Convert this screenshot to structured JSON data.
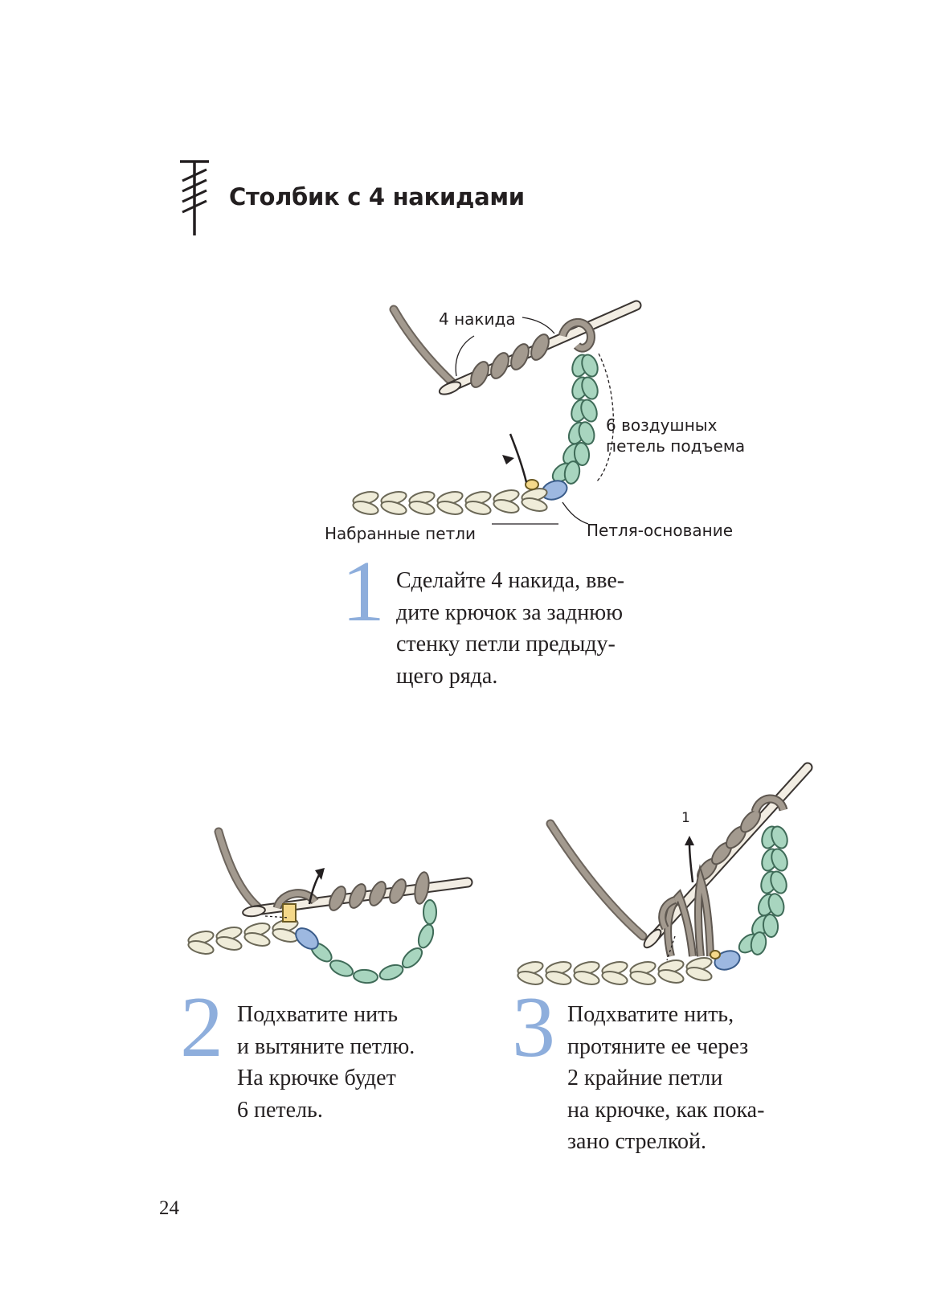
{
  "title": "Столбик с 4 накидами",
  "labels": {
    "four_yarn_overs": "4 накида",
    "six_chains_line1": "6 воздушных",
    "six_chains_line2": "петель подъема",
    "foundation_chain": "Набранные петли",
    "base_loop": "Петля-основание",
    "arrow_number": "1"
  },
  "steps": [
    {
      "number": "1",
      "lines": [
        "Сделайте 4 накида, вве-",
        "дите крючок за заднюю",
        "стенку петли предыду-",
        "щего ряда."
      ]
    },
    {
      "number": "2",
      "lines": [
        "Подхватите нить",
        "и вытяните петлю.",
        "На крючке будет",
        "6 петель."
      ]
    },
    {
      "number": "3",
      "lines": [
        "Подхватите нить,",
        "протяните ее через",
        "2 крайние петли",
        "на крючке, как пока-",
        "зано стрелкой."
      ]
    }
  ],
  "page_number": "24",
  "colors": {
    "accent_blue": "#8eaedc",
    "yarn_brown": "#a39a8f",
    "chain_green": "#a8d5bf",
    "chain_cream": "#efecd9",
    "base_blue": "#9db8e0",
    "loop_yellow": "#f5d98a",
    "hook": "#f2ede3"
  }
}
